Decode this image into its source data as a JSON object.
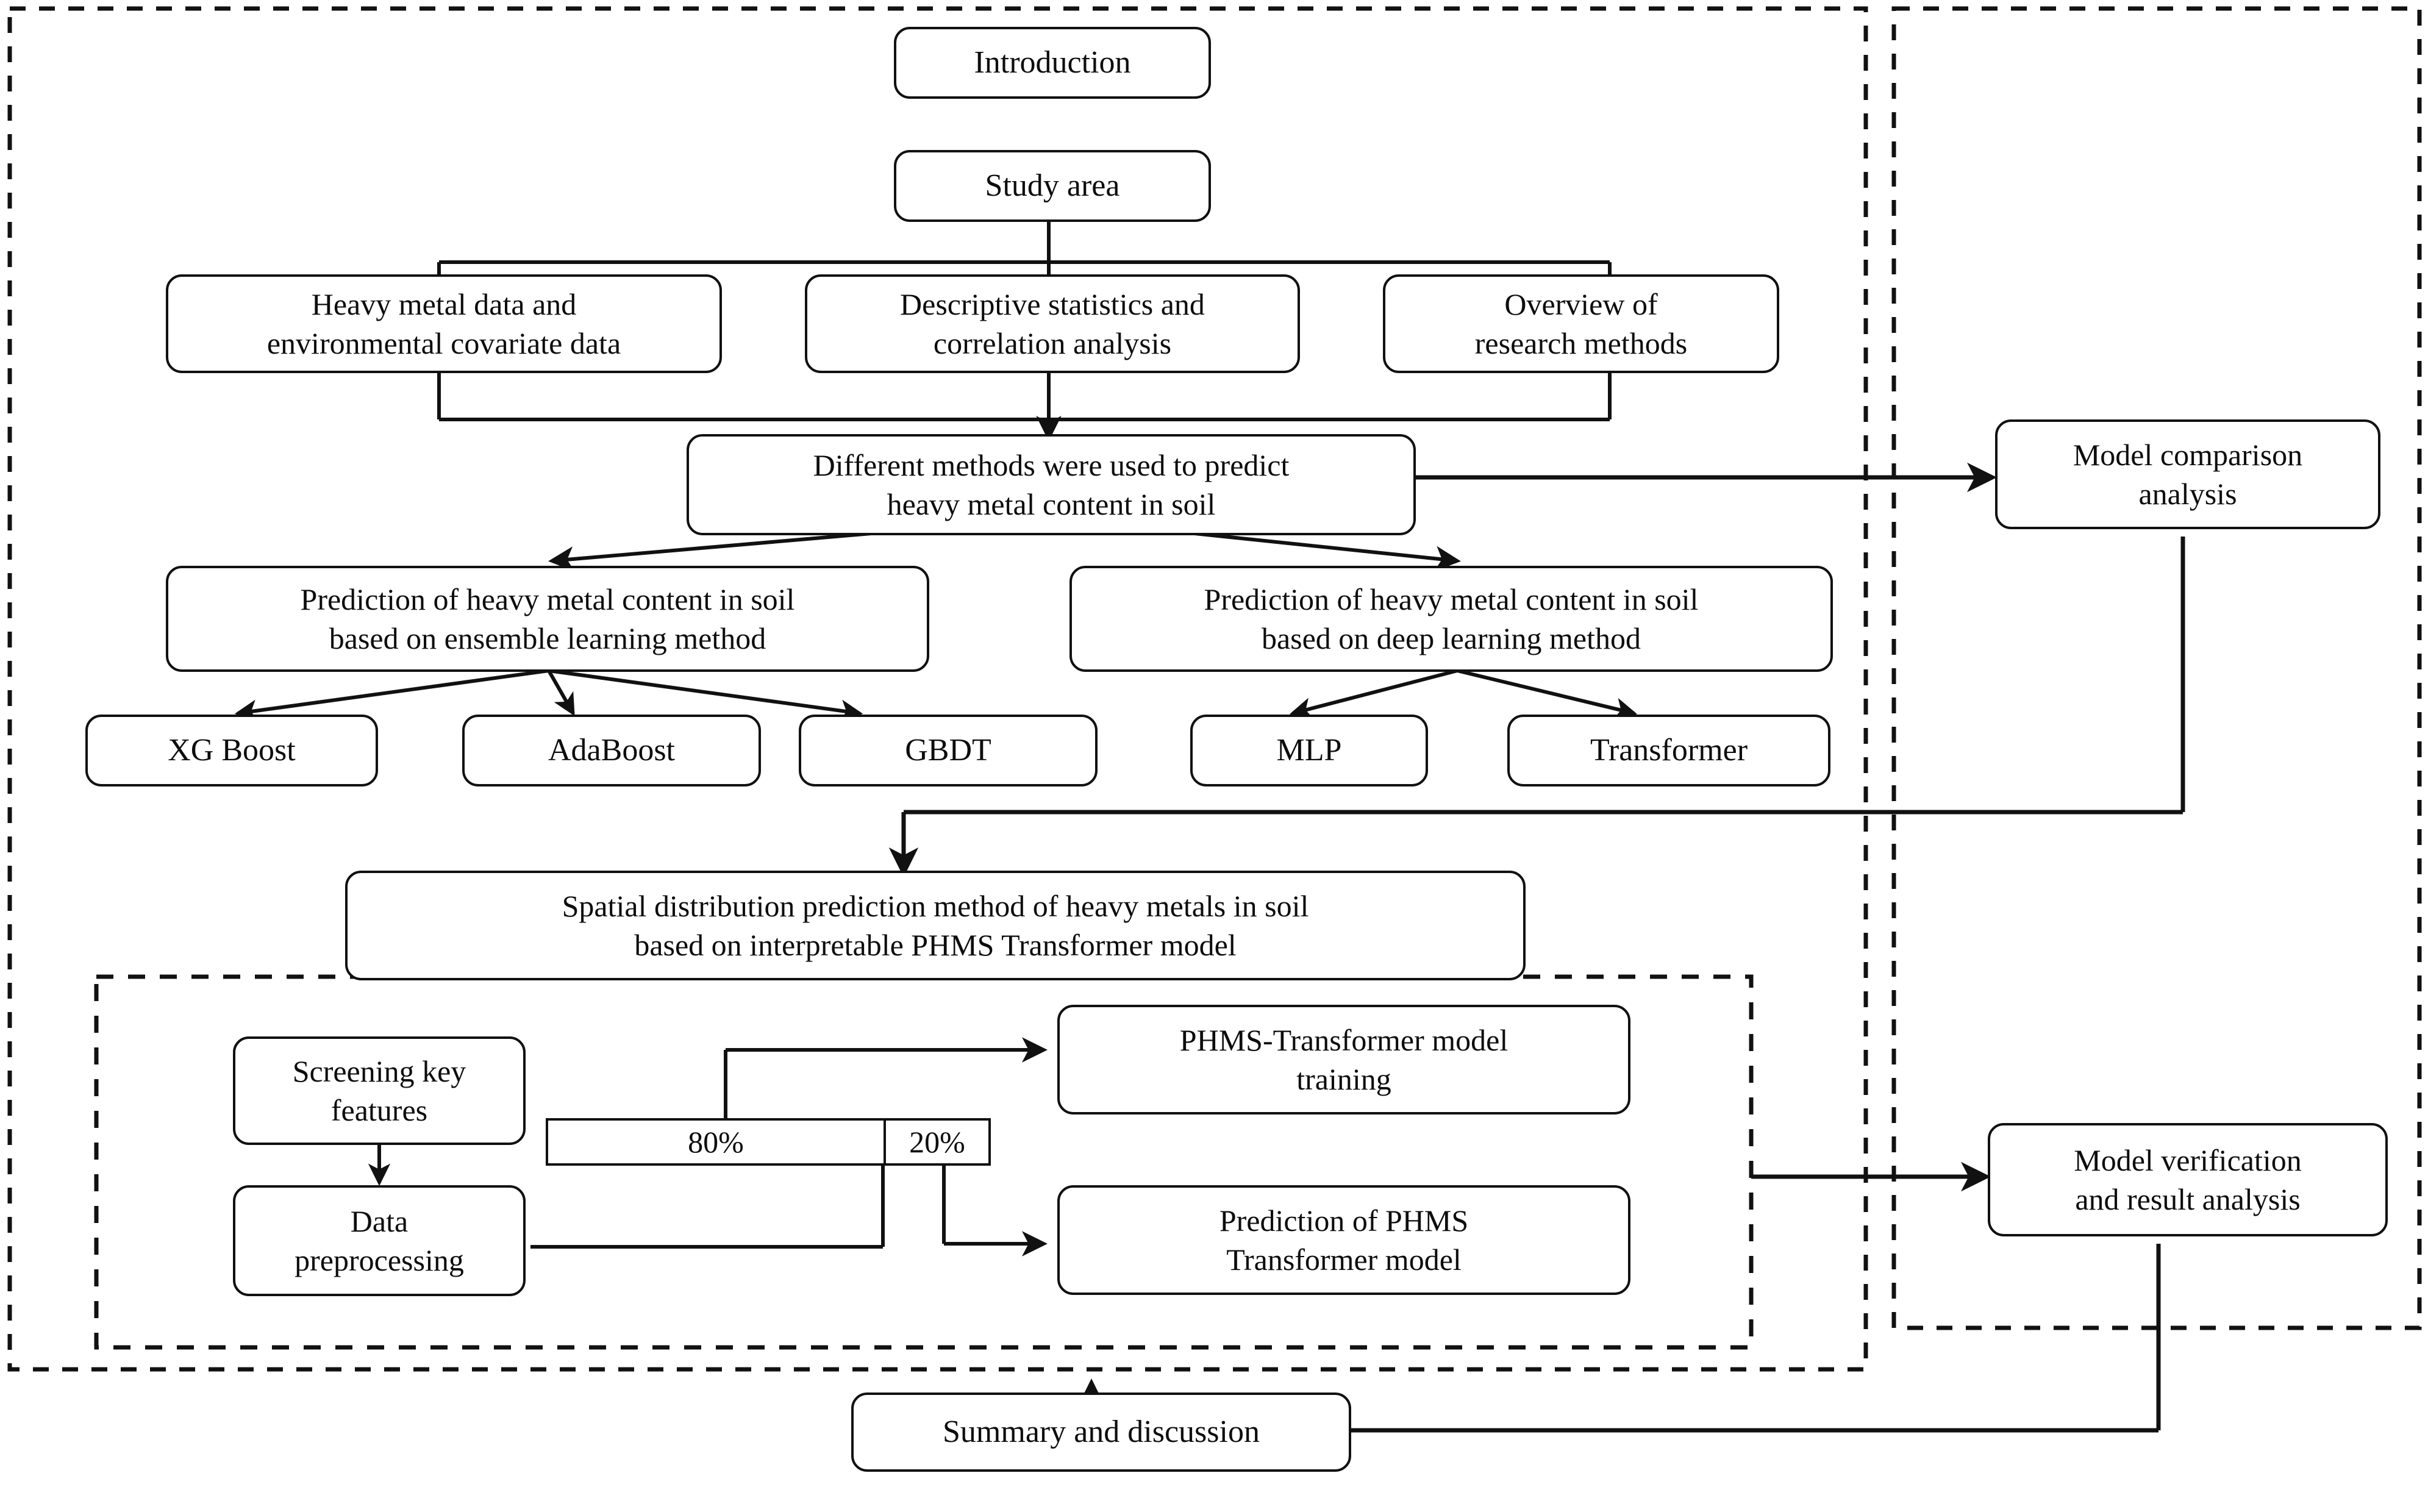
{
  "diagram": {
    "title": "Research framework flowchart",
    "colors": {
      "stroke": "#111111",
      "text": "#0d0d0d",
      "background": "#ffffff"
    },
    "panels": {
      "main_panel_label": "main-research-panel",
      "right_panel_label": "analysis-panel",
      "inner_panel_label": "phms-transformer-workflow-panel"
    },
    "nodes": {
      "introduction": "Introduction",
      "study_area": "Study area",
      "heavy_metal_data": "Heavy metal data and\nenvironmental covariate data",
      "descriptive_statistics": "Descriptive statistics and\ncorrelation analysis",
      "overview_methods": "Overview of\nresearch methods",
      "different_methods": "Different methods were used to predict\nheavy metal content in soil",
      "ensemble_learning": "Prediction of heavy metal content in soil\nbased on ensemble learning method",
      "deep_learning": "Prediction of heavy metal content in soil\nbased on deep learning method",
      "xgboost": "XG Boost",
      "adaboost": "AdaBoost",
      "gbdt": "GBDT",
      "mlp": "MLP",
      "transformer": "Transformer",
      "spatial_distribution": "Spatial distribution prediction method of heavy metals in soil\nbased on interpretable PHMS Transformer model",
      "screening_key_features": "Screening key\nfeatures",
      "data_preprocessing": "Data\npreprocessing",
      "phms_training": "PHMS-Transformer model\ntraining",
      "phms_prediction": "Prediction of PHMS\nTransformer model",
      "model_comparison": "Model comparison\nanalysis",
      "model_verification": "Model verification\nand result analysis",
      "summary_discussion": "Summary and discussion"
    },
    "split_ratio": {
      "train_label": "80%",
      "test_label": "20%"
    }
  }
}
